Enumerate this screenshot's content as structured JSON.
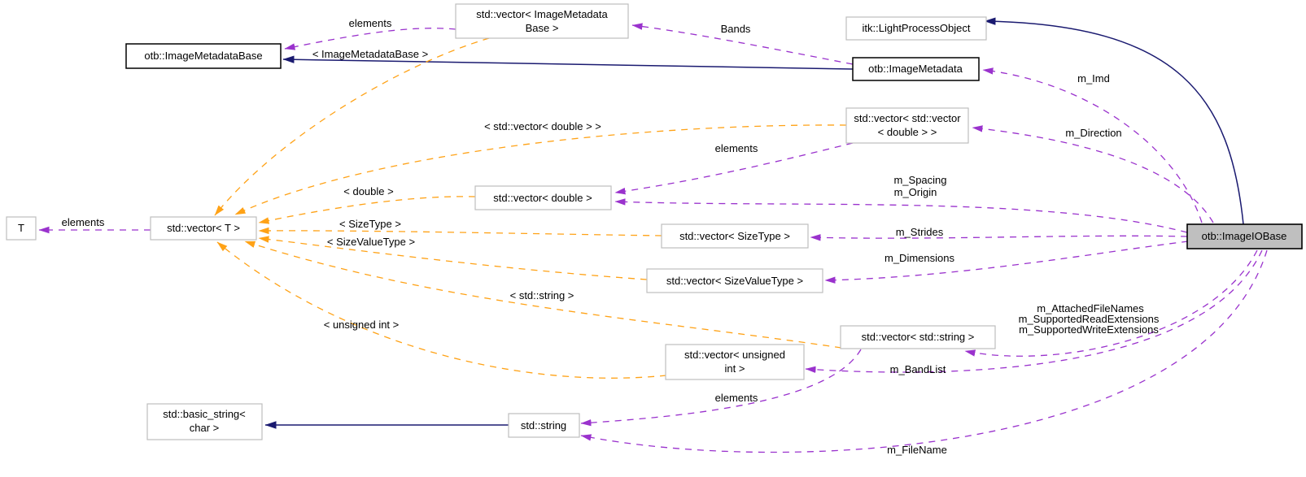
{
  "diagram": {
    "kind": "collaboration-graph",
    "background": "#ffffff",
    "colors": {
      "inheritance_edge": "#1a1a70",
      "member_edge": "#9a32cd",
      "template_edge": "#ffa216",
      "node_border": "#bdbdbd",
      "linked_node_border": "#000000",
      "current_node_fill": "#bfbfbf",
      "node_fill": "#ffffff",
      "text": "#000000"
    },
    "nodes": {
      "image_metadata_base": {
        "label": "otb::ImageMetadataBase"
      },
      "vector_image_metadata_base": {
        "line1": "std::vector< ImageMetadata",
        "line2": "Base >"
      },
      "light_process_object": {
        "label": "itk::LightProcessObject"
      },
      "image_metadata": {
        "label": "otb::ImageMetadata"
      },
      "vector_vector_double": {
        "line1": "std::vector< std::vector",
        "line2": "< double > >"
      },
      "vector_double": {
        "label": "std::vector< double >"
      },
      "vector_t": {
        "label": "std::vector< T >"
      },
      "t": {
        "label": "T"
      },
      "vector_size_type": {
        "label": "std::vector< SizeType >"
      },
      "vector_size_value_type": {
        "label": "std::vector< SizeValueType >"
      },
      "vector_string": {
        "label": "std::vector< std::string >"
      },
      "vector_unsigned_int": {
        "line1": "std::vector< unsigned",
        "line2": "int >"
      },
      "basic_string_char": {
        "line1": "std::basic_string<",
        "line2": "char >"
      },
      "std_string": {
        "label": "std::string"
      },
      "image_io_base": {
        "label": "otb::ImageIOBase"
      }
    },
    "edges": [
      {
        "from": "vector_image_metadata_base",
        "to": "image_metadata_base",
        "type": "member",
        "label": "elements"
      },
      {
        "from": "image_metadata",
        "to": "vector_image_metadata_base",
        "type": "member",
        "label": "Bands"
      },
      {
        "from": "image_io_base",
        "to": "image_metadata",
        "type": "member",
        "label": "m_Imd"
      },
      {
        "from": "image_io_base",
        "to": "vector_vector_double",
        "type": "member",
        "label": "m_Direction"
      },
      {
        "from": "vector_vector_double",
        "to": "vector_double",
        "type": "member",
        "label": "elements"
      },
      {
        "from": "image_io_base",
        "to": "vector_double",
        "type": "member",
        "label": "m_Spacing",
        "label2": "m_Origin"
      },
      {
        "from": "vector_t",
        "to": "t",
        "type": "member",
        "label": "elements"
      },
      {
        "from": "image_io_base",
        "to": "vector_size_type",
        "type": "member",
        "label": "m_Strides"
      },
      {
        "from": "image_io_base",
        "to": "vector_size_value_type",
        "type": "member",
        "label": "m_Dimensions"
      },
      {
        "from": "image_io_base",
        "to": "vector_string",
        "type": "member",
        "label": "m_AttachedFileNames",
        "label2": "m_SupportedReadExtensions",
        "label3": "m_SupportedWriteExtensions"
      },
      {
        "from": "image_io_base",
        "to": "vector_unsigned_int",
        "type": "member",
        "label": "m_BandList"
      },
      {
        "from": "vector_string",
        "to": "std_string",
        "type": "member",
        "label": "elements"
      },
      {
        "from": "image_io_base",
        "to": "std_string",
        "type": "member",
        "label": "m_FileName"
      },
      {
        "from": "vector_image_metadata_base",
        "to": "vector_t",
        "type": "template",
        "label": "< ImageMetadataBase >"
      },
      {
        "from": "vector_vector_double",
        "to": "vector_t",
        "type": "template",
        "label": "< std::vector< double > >"
      },
      {
        "from": "vector_double",
        "to": "vector_t",
        "type": "template",
        "label": "< double >"
      },
      {
        "from": "vector_size_type",
        "to": "vector_t",
        "type": "template",
        "label": "< SizeType >"
      },
      {
        "from": "vector_size_value_type",
        "to": "vector_t",
        "type": "template",
        "label": "< SizeValueType >"
      },
      {
        "from": "vector_string",
        "to": "vector_t",
        "type": "template",
        "label": "< std::string >"
      },
      {
        "from": "vector_unsigned_int",
        "to": "vector_t",
        "type": "template",
        "label": "< unsigned int >"
      },
      {
        "from": "image_metadata",
        "to": "image_metadata_base",
        "type": "inheritance",
        "label": ""
      },
      {
        "from": "std_string",
        "to": "basic_string_char",
        "type": "inheritance",
        "label": ""
      },
      {
        "from": "image_io_base",
        "to": "light_process_object",
        "type": "inheritance",
        "label": ""
      }
    ]
  }
}
